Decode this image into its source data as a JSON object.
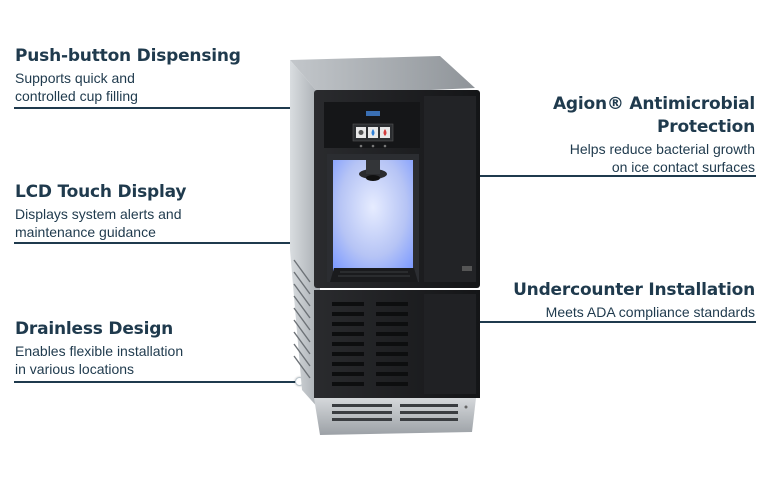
{
  "features": {
    "push_button": {
      "title": "Push-button Dispensing",
      "desc_line1": "Supports quick and",
      "desc_line2": "controlled cup filling"
    },
    "lcd": {
      "title": "LCD Touch Display",
      "desc_line1": "Displays system alerts and",
      "desc_line2": "maintenance guidance"
    },
    "drainless": {
      "title": "Drainless Design",
      "desc_line1": "Enables flexible installation",
      "desc_line2": "in various locations"
    },
    "agion": {
      "title_line1": "Agion® Antimicrobial",
      "title_line2": "Protection",
      "desc_line1": "Helps reduce bacterial growth",
      "desc_line2": "on ice contact surfaces"
    },
    "undercounter": {
      "title": "Undercounter Installation",
      "desc_line1": "Meets ADA compliance standards"
    }
  },
  "colors": {
    "text": "#1f3a4d",
    "cabinet": "#1c1d20",
    "steel": "#c9cdd1",
    "glow": "#7f9cff"
  },
  "icons": [
    "ice-cube-icon",
    "water-drop-icon",
    "warning-drop-icon"
  ]
}
